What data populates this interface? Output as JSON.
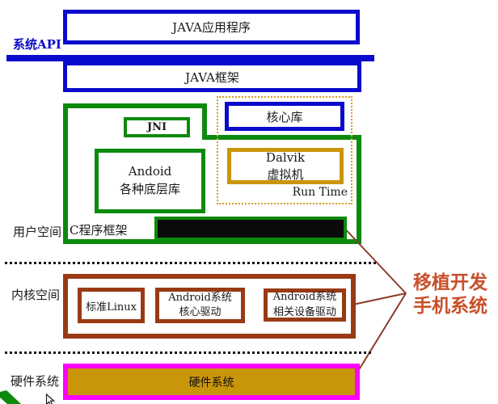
{
  "side_labels": {
    "system_api": "系统API",
    "user_space": "用户空间",
    "kernel_space": "内核空间",
    "hardware": "硬件系统"
  },
  "top_layers": {
    "java_app": "JAVA应用程序",
    "java_framework": "JAVA框架"
  },
  "user_space": {
    "jni": "JNI",
    "android_libs": {
      "line1": "Andoid",
      "line2": "各种底层库"
    },
    "c_framework": "C程序框架",
    "runtime": {
      "core_lib": "核心库",
      "dalvik": {
        "line1": "Dalvik",
        "line2": "虚拟机"
      },
      "label": "Run Time"
    }
  },
  "kernel_space": {
    "std_linux": "标准Linux",
    "core_driver": {
      "line1": "Android系统",
      "line2": "核心驱动"
    },
    "device_driver": {
      "line1": "Android系统",
      "line2": "相关设备驱动"
    }
  },
  "hardware": {
    "box_label": "硬件系统"
  },
  "annotation": {
    "line1": "移植开发",
    "line2": "手机系统"
  },
  "colors": {
    "blue": "#0a0acc",
    "green": "#0c8a0c",
    "gold": "#c9950a",
    "gold_dotted": "#d0a024",
    "brown": "#9a3a14",
    "magenta": "#ff00ff",
    "annotation_red": "#c8502a",
    "brace_line": "#8b3b28",
    "black_bar": "#0a0a0a"
  }
}
